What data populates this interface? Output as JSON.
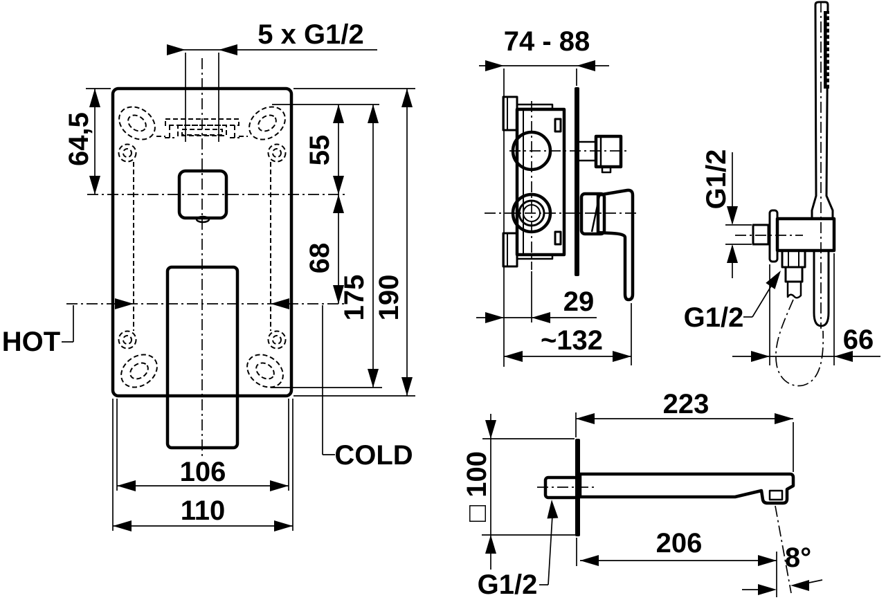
{
  "drawing_type": "installation-dimension-drawing",
  "colors": {
    "ink": "#000000",
    "paper": "#ffffff"
  },
  "front_view": {
    "top_thread": "5 x G1/2",
    "top_to_center": "64,5",
    "holes_to_center": "55",
    "center_to_outlet": "68",
    "hole_span": "175",
    "plate_height": "190",
    "inner_width": "106",
    "plate_width": "110",
    "hot_label": "HOT",
    "cold_label": "COLD"
  },
  "side_view": {
    "mounting_depth_range": "74 - 88",
    "face_to_axis": "29",
    "total_depth": "~132"
  },
  "hand_shower_view": {
    "wall_thread": "G1/2",
    "hose_thread": "G1/2",
    "holder_offset": "66"
  },
  "spout_view": {
    "spout_length": "223",
    "escutcheon_size": "□ 100",
    "length_to_aerator": "206",
    "outflow_angle": "8°",
    "connection_thread": "G1/2"
  }
}
